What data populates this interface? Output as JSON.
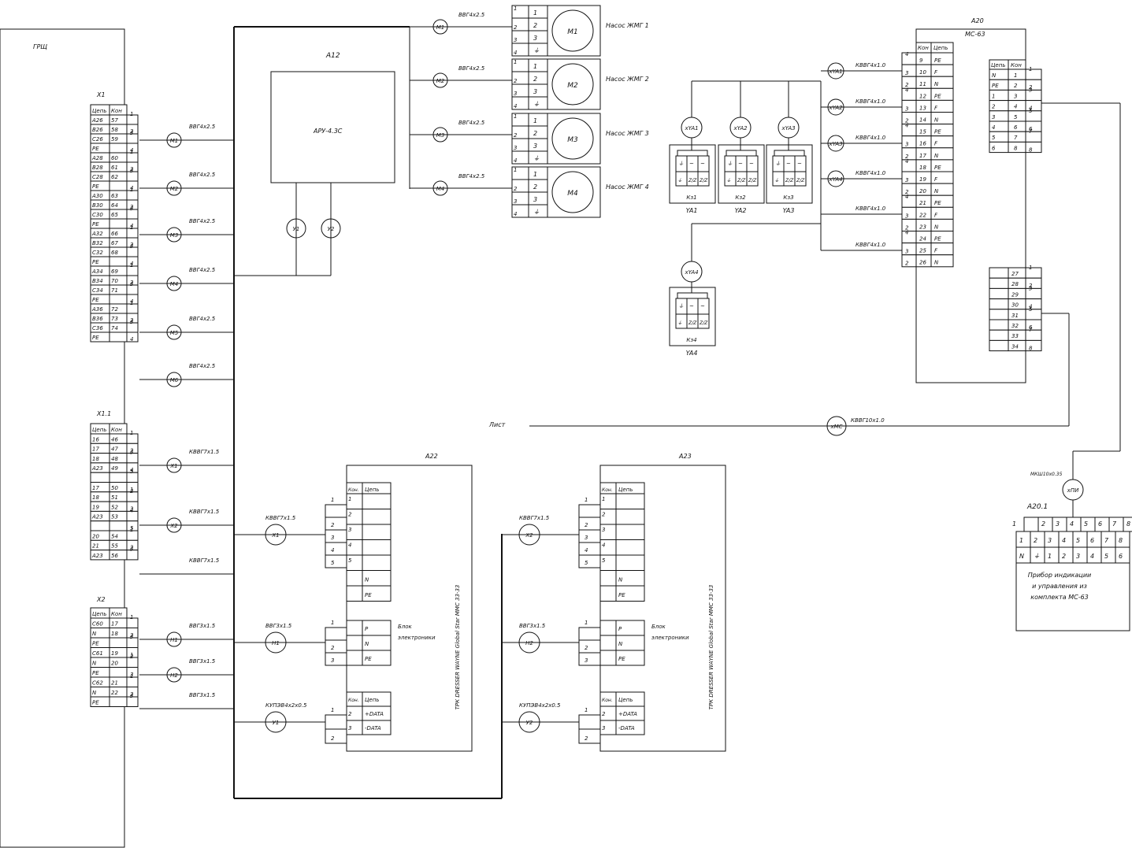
{
  "grsh": {
    "label": "ГРЩ"
  },
  "strips": [
    {
      "id": "X1",
      "head": [
        "Цепь",
        "Кон"
      ],
      "rows": [
        [
          "A26",
          "57"
        ],
        [
          "B26",
          "58"
        ],
        [
          "C26",
          "59"
        ],
        [
          "PE",
          ""
        ],
        [
          "A28",
          "60"
        ],
        [
          "B28",
          "61"
        ],
        [
          "C28",
          "62"
        ],
        [
          "PE",
          ""
        ],
        [
          "A30",
          "63"
        ],
        [
          "B30",
          "64"
        ],
        [
          "C30",
          "65"
        ],
        [
          "PE",
          ""
        ],
        [
          "A32",
          "66"
        ],
        [
          "B32",
          "67"
        ],
        [
          "C32",
          "68"
        ],
        [
          "PE",
          ""
        ],
        [
          "A34",
          "69"
        ],
        [
          "B34",
          "70"
        ],
        [
          "C34",
          "71"
        ],
        [
          "PE",
          ""
        ],
        [
          "A36",
          "72"
        ],
        [
          "B36",
          "73"
        ],
        [
          "C36",
          "74"
        ],
        [
          "PE",
          ""
        ]
      ],
      "pins": [
        "1",
        "2",
        "3",
        "4",
        "1",
        "2",
        "3",
        "4",
        "1",
        "2",
        "3",
        "4",
        "1",
        "2",
        "3",
        "4",
        "1",
        "2",
        "3",
        "4",
        "1",
        "2",
        "3",
        "4"
      ]
    },
    {
      "id": "X1.1",
      "head": [
        "Цепь",
        "Кон"
      ],
      "rows": [
        [
          "16",
          "46"
        ],
        [
          "17",
          "47"
        ],
        [
          "18",
          "48"
        ],
        [
          "A23",
          "49"
        ],
        [
          "",
          ""
        ],
        [
          "17",
          "50"
        ],
        [
          "18",
          "51"
        ],
        [
          "19",
          "52"
        ],
        [
          "A23",
          "53"
        ],
        [
          "",
          ""
        ],
        [
          "20",
          "54"
        ],
        [
          "21",
          "55"
        ],
        [
          "A23",
          "56"
        ]
      ],
      "pins": [
        "1",
        "2",
        "3",
        "4",
        "5",
        "1",
        "2",
        "3",
        "4",
        "5",
        "1",
        "2",
        "3"
      ]
    },
    {
      "id": "X2",
      "head": [
        "Цепь",
        "Кон"
      ],
      "rows": [
        [
          "C60",
          "17"
        ],
        [
          "N",
          "18"
        ],
        [
          "PE",
          ""
        ],
        [
          "C61",
          "19"
        ],
        [
          "N",
          "20"
        ],
        [
          "PE",
          ""
        ],
        [
          "C62",
          "21"
        ],
        [
          "N",
          "22"
        ],
        [
          "PE",
          ""
        ]
      ],
      "pins": [
        "1",
        "2",
        "3",
        "1",
        "2",
        "3",
        "1",
        "2",
        "3"
      ]
    }
  ],
  "left_cables": [
    {
      "mark": "M1",
      "cable": "ВВГ4х2.5"
    },
    {
      "mark": "M2",
      "cable": "ВВГ4х2.5"
    },
    {
      "mark": "M3",
      "cable": "ВВГ4х2.5"
    },
    {
      "mark": "M4",
      "cable": "ВВГ4х2.5"
    },
    {
      "mark": "M5",
      "cable": "ВВГ4х2.5"
    },
    {
      "mark": "M6",
      "cable": "ВВГ4х2.5"
    },
    {
      "mark": "X1",
      "cable": "КВВГ7х1.5"
    },
    {
      "mark": "X2",
      "cable": "КВВГ7х1.5"
    },
    {
      "mark": "",
      "cable": "КВВГ7х1.5"
    },
    {
      "mark": "H1",
      "cable": "ВВГ3х1.5"
    },
    {
      "mark": "H2",
      "cable": "ВВГ3х1.5"
    },
    {
      "mark": "",
      "cable": "ВВГ3х1.5"
    }
  ],
  "a12": {
    "label": "A12",
    "inner": "АРУ-4.3С",
    "circles": [
      "У1",
      "У2"
    ]
  },
  "pumps": [
    {
      "mark": "M1",
      "cable": "ВВГ4х2.5",
      "motor": "M1",
      "name": "Насос ЖМГ 1",
      "pins": [
        "1",
        "2",
        "3",
        "4"
      ],
      "inner": [
        "1",
        "2",
        "3",
        "⏚"
      ]
    },
    {
      "mark": "M2",
      "cable": "ВВГ4х2.5",
      "motor": "M2",
      "name": "Насос ЖМГ 2",
      "pins": [
        "1",
        "2",
        "3",
        "4"
      ],
      "inner": [
        "1",
        "2",
        "3",
        "⏚"
      ]
    },
    {
      "mark": "M3",
      "cable": "ВВГ4х2.5",
      "motor": "M3",
      "name": "Насос ЖМГ 3",
      "pins": [
        "1",
        "2",
        "3",
        "4"
      ],
      "inner": [
        "1",
        "2",
        "3",
        "⏚"
      ]
    },
    {
      "mark": "M4",
      "cable": "ВВГ4х2.5",
      "motor": "M4",
      "name": "Насос ЖМГ 4",
      "pins": [
        "1",
        "2",
        "3",
        "4"
      ],
      "inner": [
        "1",
        "2",
        "3",
        "⏚"
      ]
    }
  ],
  "valves": [
    {
      "mark": "хYA1",
      "box": "Кз1",
      "name": "YA1"
    },
    {
      "mark": "хYA2",
      "box": "Кз2",
      "name": "YA2"
    },
    {
      "mark": "хYA3",
      "box": "Кз3",
      "name": "YA3"
    },
    {
      "mark": "хYA4",
      "box": "Кз4",
      "name": "YA4"
    }
  ],
  "valve_symbols": [
    "⏚",
    "~",
    "~",
    "~"
  ],
  "valve_bottom": [
    "⏚",
    "Z/Z",
    "Z/Z"
  ],
  "a20": {
    "label": "A20",
    "model": "МС-63",
    "head": [
      "Кон",
      "Цепь"
    ],
    "rows": [
      [
        "9",
        "PE"
      ],
      [
        "10",
        "F"
      ],
      [
        "11",
        "N"
      ],
      [
        "12",
        "PE"
      ],
      [
        "13",
        "F"
      ],
      [
        "14",
        "N"
      ],
      [
        "15",
        "PE"
      ],
      [
        "16",
        "F"
      ],
      [
        "17",
        "N"
      ],
      [
        "18",
        "PE"
      ],
      [
        "19",
        "F"
      ],
      [
        "20",
        "N"
      ],
      [
        "21",
        "PE"
      ],
      [
        "22",
        "F"
      ],
      [
        "23",
        "N"
      ],
      [
        "24",
        "PE"
      ],
      [
        "25",
        "F"
      ],
      [
        "26",
        "N"
      ]
    ],
    "pins": [
      "4",
      "3",
      "2",
      "4",
      "3",
      "2",
      "4",
      "3",
      "2",
      "4",
      "3",
      "2",
      "4",
      "3",
      "2",
      "4",
      "3",
      "2"
    ],
    "right_head": [
      "Цепь",
      "Кон"
    ],
    "right_rows": [
      [
        "N",
        "1"
      ],
      [
        "PE",
        "2"
      ],
      [
        "1",
        "3"
      ],
      [
        "2",
        "4"
      ],
      [
        "3",
        "5"
      ],
      [
        "4",
        "6"
      ],
      [
        "5",
        "7"
      ],
      [
        "6",
        "8"
      ]
    ],
    "right_pins": [
      "1",
      "2",
      "3",
      "4",
      "5",
      "6",
      "7",
      "8"
    ],
    "lower_rows": [
      "27",
      "28",
      "29",
      "30",
      "31",
      "32",
      "33",
      "34"
    ],
    "lower_pins": [
      "1",
      "2",
      "3",
      "4",
      "5",
      "6",
      "7",
      "8"
    ]
  },
  "a20_cables": [
    {
      "mark": "хYA1",
      "cable": "КВВГ4х1.0"
    },
    {
      "mark": "хYA2",
      "cable": "КВВГ4х1.0"
    },
    {
      "mark": "хYA3",
      "cable": "КВВГ4х1.0"
    },
    {
      "mark": "хYA4",
      "cable": "КВВГ4х1.0"
    },
    {
      "mark": "",
      "cable": "КВВГ4х1.0"
    },
    {
      "mark": "",
      "cable": "КВВГ4х1.0"
    }
  ],
  "list_line": {
    "label": "Лист",
    "mark": "хМС",
    "cable": "КВВГ10х1.0"
  },
  "a201": {
    "label": "A20.1",
    "cable": "МКШ10х0.35",
    "mark": "хПИ",
    "top": [
      "1",
      "2",
      "3",
      "4",
      "5",
      "6",
      "7",
      "8"
    ],
    "mid": [
      "1",
      "2",
      "3",
      "4",
      "5",
      "6",
      "7",
      "8"
    ],
    "bot": [
      "N",
      "⏚",
      "1",
      "2",
      "3",
      "4",
      "5",
      "6"
    ],
    "desc": [
      "Прибор индикации",
      "и управления из",
      "комплекта МС-63"
    ]
  },
  "dispensers": [
    {
      "label": "A22",
      "mark1": "X1",
      "cable1": "КВВГ7х1.5",
      "mark2": "H1",
      "cable2": "ВВГ3х1.5",
      "mark3": "У1",
      "cable3": "КУПЭВ4х2х0.5",
      "vertical": "ТРК DRESSER WAYNE Global Star ММС 33-33",
      "t1_head": [
        "Кон.",
        "Цепь"
      ],
      "t1_rows": [
        [
          "1",
          ""
        ],
        [
          "2",
          ""
        ],
        [
          "3",
          ""
        ],
        [
          "4",
          ""
        ],
        [
          "5",
          ""
        ],
        [
          "",
          "N"
        ],
        [
          "",
          "PE"
        ]
      ],
      "t1_pins": [
        "1",
        "2",
        "3",
        "4",
        "5"
      ],
      "t2_rows": [
        "P",
        "N",
        "PE"
      ],
      "t2_pins": [
        "1",
        "2",
        "3"
      ],
      "t2_note": [
        "Блок",
        "электроники"
      ],
      "t3_head": [
        "Кон.",
        "Цепь"
      ],
      "t3_rows": [
        [
          "2",
          "+DATA"
        ],
        [
          "3",
          "-DATA"
        ]
      ],
      "t3_pins": [
        "1",
        "2"
      ]
    },
    {
      "label": "A23",
      "mark1": "X2",
      "cable1": "КВВГ7х1.5",
      "mark2": "H2",
      "cable2": "ВВГ3х1.5",
      "mark3": "У2",
      "cable3": "КУПЭВ4х2х0.5",
      "vertical": "ТРК DRESSER WAYNE Global Star ММС 33-33",
      "t1_head": [
        "Кон.",
        "Цепь"
      ],
      "t1_rows": [
        [
          "1",
          ""
        ],
        [
          "2",
          ""
        ],
        [
          "3",
          ""
        ],
        [
          "4",
          ""
        ],
        [
          "5",
          ""
        ],
        [
          "",
          "N"
        ],
        [
          "",
          "PE"
        ]
      ],
      "t1_pins": [
        "1",
        "2",
        "3",
        "4",
        "5"
      ],
      "t2_rows": [
        "P",
        "N",
        "PE"
      ],
      "t2_pins": [
        "1",
        "2",
        "3"
      ],
      "t2_note": [
        "Блок",
        "электроники"
      ],
      "t3_head": [
        "Кон.",
        "Цепь"
      ],
      "t3_rows": [
        [
          "2",
          "+DATA"
        ],
        [
          "3",
          "-DATA"
        ]
      ],
      "t3_pins": [
        "1",
        "2"
      ]
    }
  ]
}
